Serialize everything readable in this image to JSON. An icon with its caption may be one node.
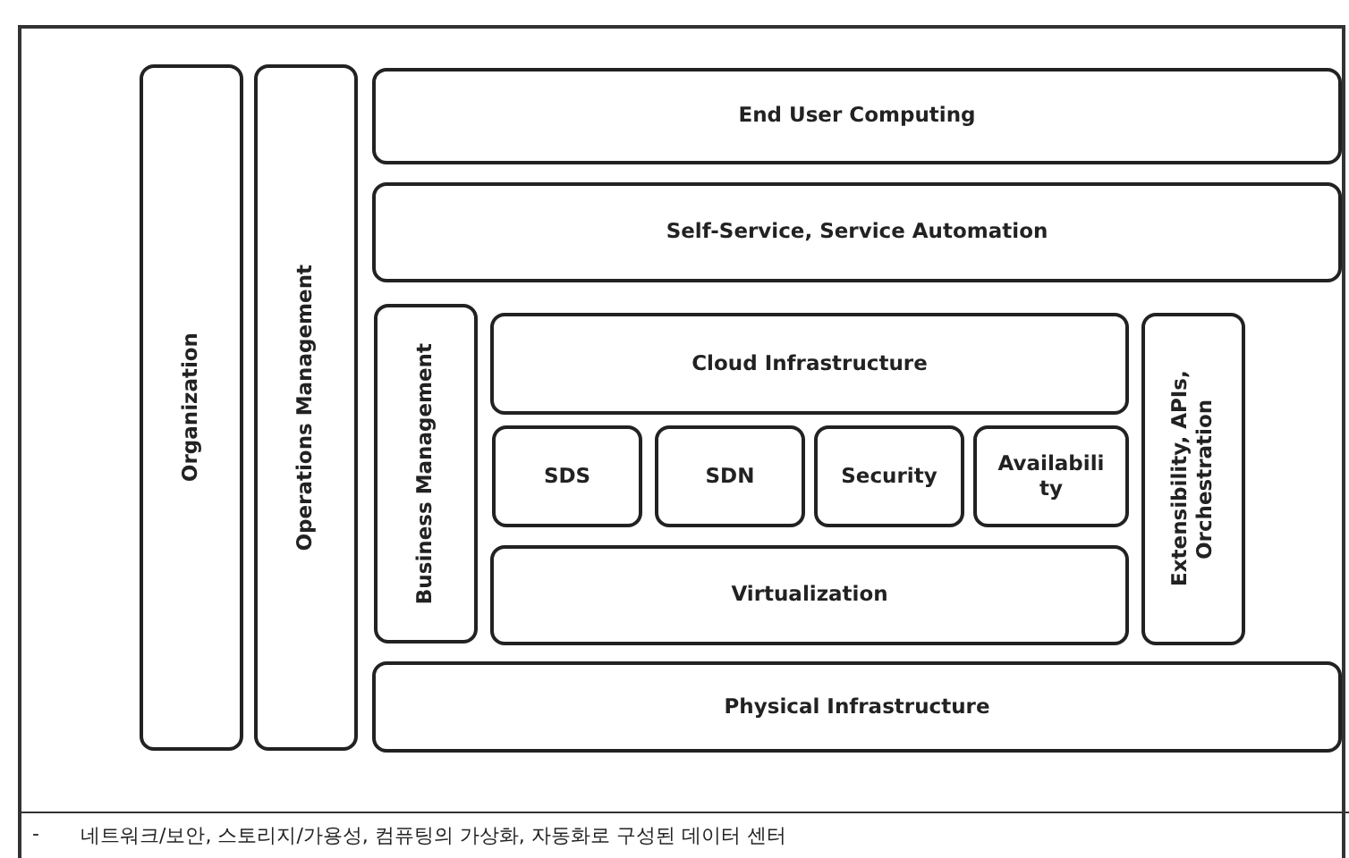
{
  "diagram": {
    "nodes": [
      {
        "text": [
          "Organization"
        ]
      },
      {
        "text": [
          "Operations Management"
        ]
      },
      {
        "text": [
          "End User Computing"
        ]
      },
      {
        "text": [
          "Self-Service, Service Automation"
        ]
      },
      {
        "text": [
          "Business Management"
        ]
      },
      {
        "text": [
          "Cloud Infrastructure"
        ]
      },
      {
        "text": [
          "SDS"
        ]
      },
      {
        "text": [
          "SDN"
        ]
      },
      {
        "text": [
          "Security"
        ]
      },
      {
        "text": [
          "Availability"
        ]
      },
      {
        "text": [
          "Virtualization"
        ]
      },
      {
        "text": [
          "Extensibility, APIs, Orchestration"
        ]
      },
      {
        "text": [
          "Physical Infrastructure"
        ]
      }
    ],
    "labels": [
      "-",
      "네트워크/보안, 스토리지/가용성, 컴퓨팅의 가상화, 자동화로 구성된 데이터 센터"
    ]
  }
}
